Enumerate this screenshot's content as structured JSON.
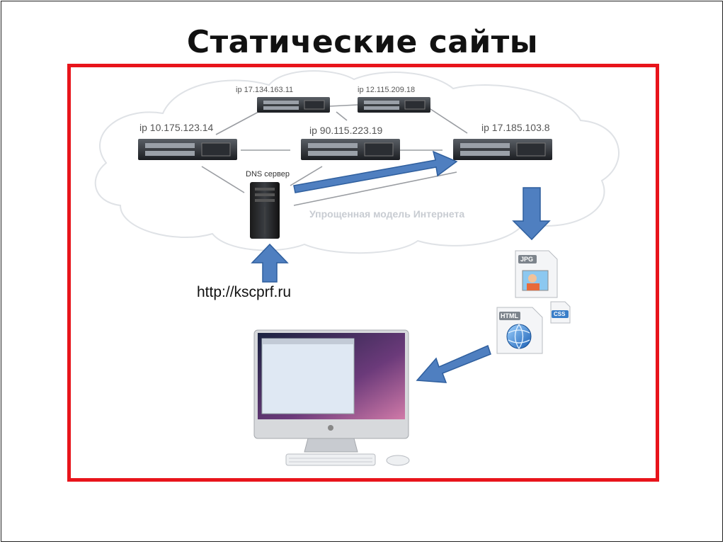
{
  "slide": {
    "title": "Статические сайты"
  },
  "diagram": {
    "cloud_caption": "Упрощенная модель Интернета",
    "nodes": [
      {
        "id": "server-top-left",
        "ip": "ip 17.134.163.11"
      },
      {
        "id": "server-top-right",
        "ip": "ip 12.115.209.18"
      },
      {
        "id": "server-left",
        "ip": "ip 10.175.123.14"
      },
      {
        "id": "server-middle",
        "ip": "ip 90.115.223.19"
      },
      {
        "id": "server-right",
        "ip": "ip 17.185.103.8"
      }
    ],
    "dns_label": "DNS сервер",
    "url": "http://kscprf.ru",
    "files": {
      "jpg": "JPG",
      "html": "HTML",
      "css": "CSS"
    }
  },
  "colors": {
    "frame": "#e8141b",
    "arrow": "#4f7fc0",
    "arrow_stroke": "#2f5f9e"
  }
}
